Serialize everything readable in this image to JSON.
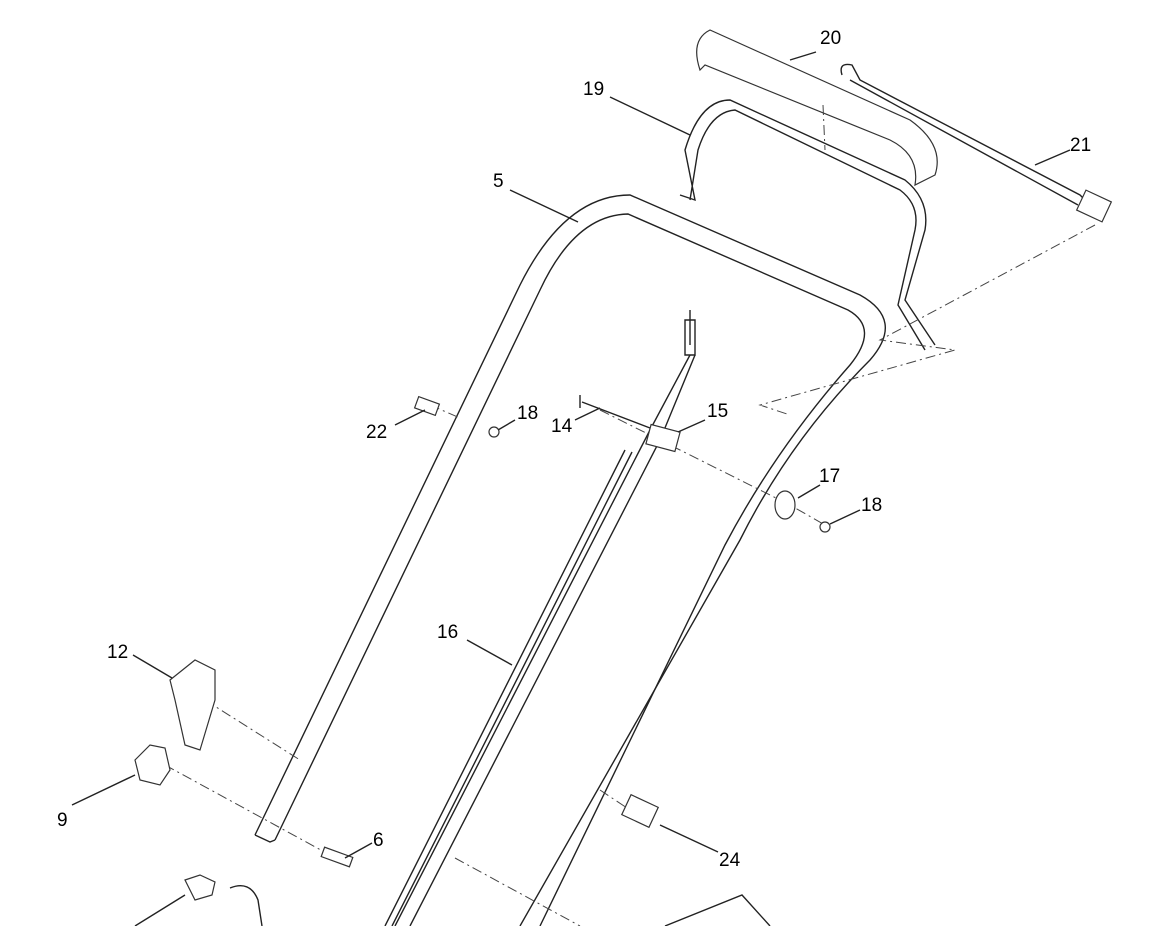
{
  "diagram": {
    "callouts": [
      {
        "id": "c20",
        "text": "20"
      },
      {
        "id": "c19",
        "text": "19"
      },
      {
        "id": "c21",
        "text": "21"
      },
      {
        "id": "c5",
        "text": "5"
      },
      {
        "id": "c22",
        "text": "22"
      },
      {
        "id": "c18a",
        "text": "18"
      },
      {
        "id": "c14",
        "text": "14"
      },
      {
        "id": "c15",
        "text": "15"
      },
      {
        "id": "c17",
        "text": "17"
      },
      {
        "id": "c18b",
        "text": "18"
      },
      {
        "id": "c16",
        "text": "16"
      },
      {
        "id": "c12",
        "text": "12"
      },
      {
        "id": "c9",
        "text": "9"
      },
      {
        "id": "c6",
        "text": "6"
      },
      {
        "id": "c24",
        "text": "24"
      }
    ]
  }
}
